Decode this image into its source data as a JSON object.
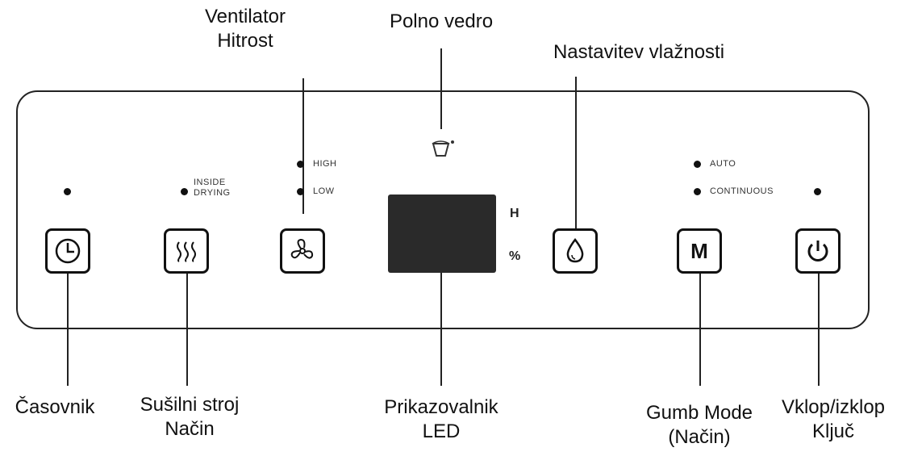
{
  "callouts": {
    "fan_speed": [
      "Ventilator",
      "Hitrost"
    ],
    "full_bucket": "Polno vedro",
    "humidity_setting": "Nastavitev vlažnosti",
    "timer": "Časovnik",
    "dryer_mode": [
      "Sušilni stroj",
      "Način"
    ],
    "led_display": [
      "Prikazovalnik",
      "LED"
    ],
    "mode_button": [
      "Gumb Mode",
      "(Način)"
    ],
    "power_key": [
      "Vklop/izklop",
      "Ključ"
    ]
  },
  "panel": {
    "inside_drying": [
      "INSIDE",
      "DRYING"
    ],
    "fan_high": "HIGH",
    "fan_low": "LOW",
    "mode_auto": "AUTO",
    "mode_continuous": "CONTINUOUS",
    "display_unit_h": "H",
    "display_unit_pct": "%",
    "mode_button_text": "M"
  },
  "icons": {
    "timer": "clock-icon",
    "dryer": "heat-waves-icon",
    "fan": "fan-icon",
    "humidity": "water-drop-icon",
    "mode": "mode-m-icon",
    "power": "power-icon",
    "bucket": "bucket-icon"
  }
}
